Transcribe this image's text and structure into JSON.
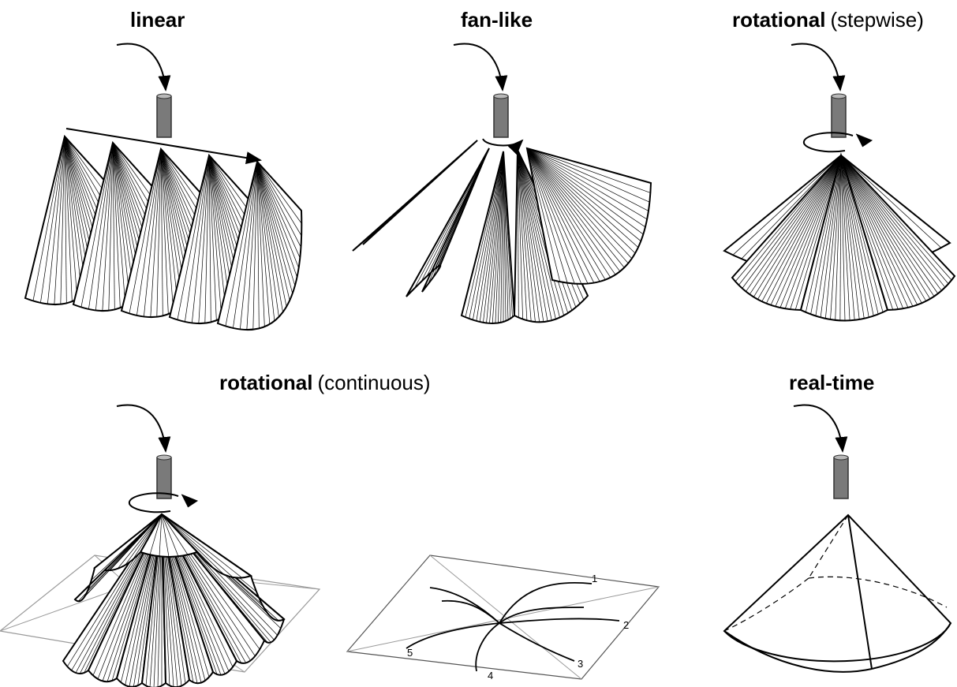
{
  "panels": {
    "linear": {
      "title": "linear"
    },
    "fan_like": {
      "title": "fan-like"
    },
    "rot_step": {
      "title": "rotational",
      "subtitle": "(stepwise)"
    },
    "rot_cont": {
      "title": "rotational",
      "subtitle": "(continuous)"
    },
    "real_time": {
      "title": "real-time"
    }
  },
  "trajectory_labels": [
    "1",
    "2",
    "3",
    "4",
    "5"
  ],
  "colors": {
    "ink": "#000000",
    "probe_body": "#7a7a7a",
    "probe_top": "#b8b8b8",
    "plane": "#9a9a9a",
    "background": "#ffffff"
  },
  "icons": {
    "probe": "transducer-probe-icon",
    "cable": "cable-icon",
    "rotation": "rotation-arrow-icon"
  }
}
